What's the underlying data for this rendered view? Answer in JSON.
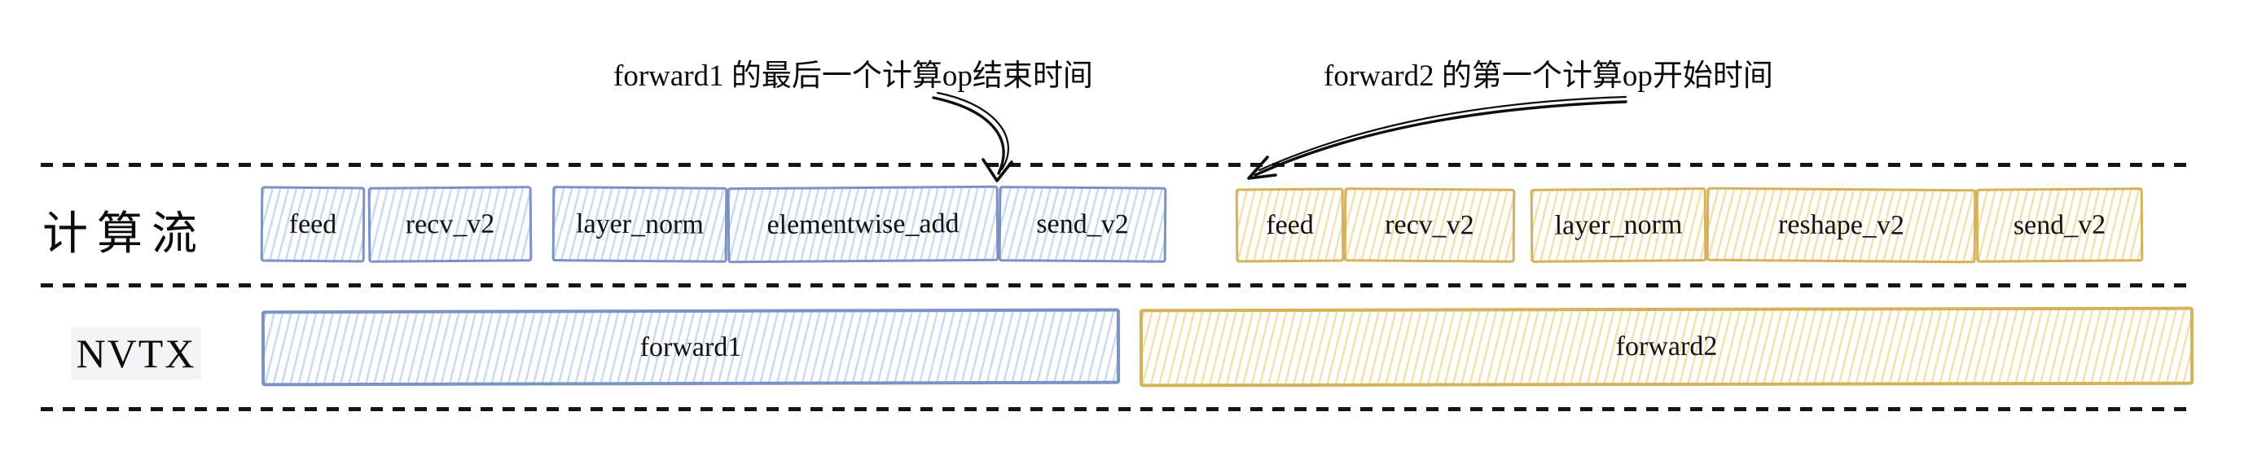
{
  "annotations": {
    "forward1_end": {
      "text": "forward1 的最后一个计算op结束时间"
    },
    "forward2_start": {
      "text": "forward2 的第一个计算op开始时间"
    }
  },
  "lanes": {
    "compute": {
      "label": "计算流"
    },
    "nvtx": {
      "label": "NVTX"
    }
  },
  "compute_ops": {
    "forward1": [
      {
        "label": "feed"
      },
      {
        "label": "recv_v2"
      },
      {
        "label": "layer_norm"
      },
      {
        "label": "elementwise_add"
      },
      {
        "label": "send_v2"
      }
    ],
    "forward2": [
      {
        "label": "feed"
      },
      {
        "label": "recv_v2"
      },
      {
        "label": "layer_norm"
      },
      {
        "label": "reshape_v2"
      },
      {
        "label": "send_v2"
      }
    ]
  },
  "nvtx_ranges": {
    "forward1": {
      "label": "forward1"
    },
    "forward2": {
      "label": "forward2"
    }
  },
  "colors": {
    "forward1_stroke": "#7b93c4",
    "forward1_hatch": "#c9daf2",
    "forward2_stroke": "#d4b259",
    "forward2_hatch": "#f3e0ac",
    "annotation_ink": "#0d0d0d",
    "nvtx_label_bg": "#f4f4f6"
  }
}
